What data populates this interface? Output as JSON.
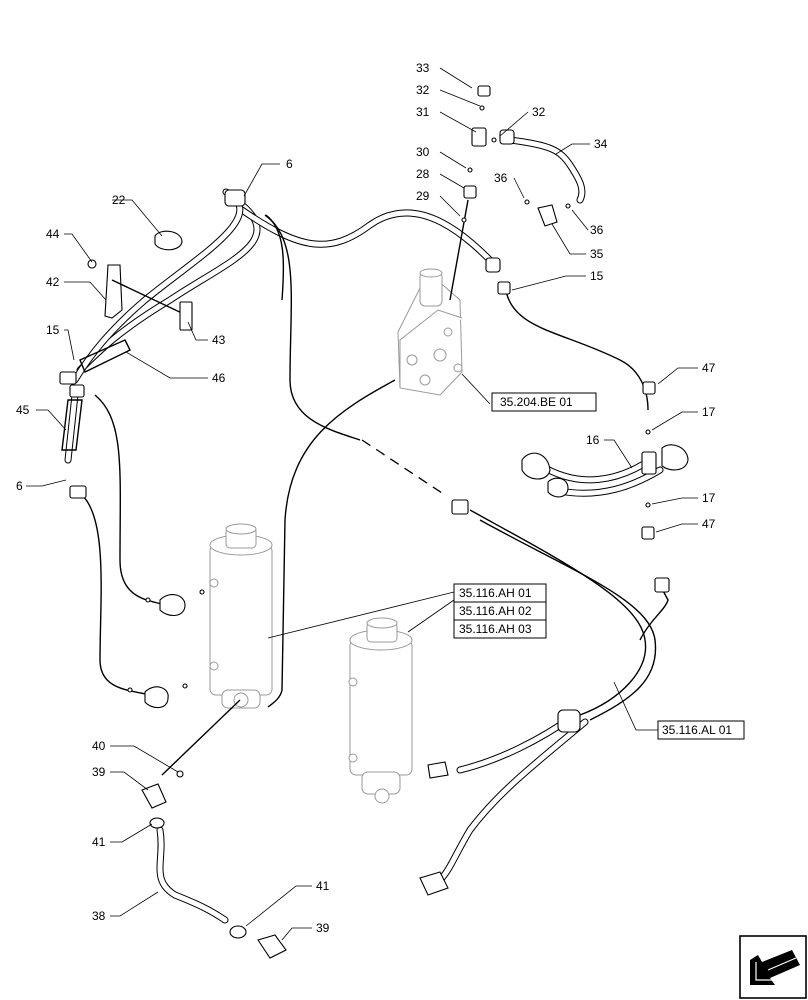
{
  "callouts": [
    {
      "id": "c33",
      "text": "33"
    },
    {
      "id": "c32a",
      "text": "32"
    },
    {
      "id": "c31",
      "text": "31"
    },
    {
      "id": "c32b",
      "text": "32"
    },
    {
      "id": "c34",
      "text": "34"
    },
    {
      "id": "c30",
      "text": "30"
    },
    {
      "id": "c28",
      "text": "28"
    },
    {
      "id": "c36a",
      "text": "36"
    },
    {
      "id": "c29",
      "text": "29"
    },
    {
      "id": "c36b",
      "text": "36"
    },
    {
      "id": "c35",
      "text": "35"
    },
    {
      "id": "c15a",
      "text": "15"
    },
    {
      "id": "c6a",
      "text": "6"
    },
    {
      "id": "c22",
      "text": "22"
    },
    {
      "id": "c44",
      "text": "44"
    },
    {
      "id": "c42",
      "text": "42"
    },
    {
      "id": "c43",
      "text": "43"
    },
    {
      "id": "c15b",
      "text": "15"
    },
    {
      "id": "c46",
      "text": "46"
    },
    {
      "id": "c47a",
      "text": "47"
    },
    {
      "id": "c45",
      "text": "45"
    },
    {
      "id": "c17a",
      "text": "17"
    },
    {
      "id": "c16",
      "text": "16"
    },
    {
      "id": "c6b",
      "text": "6"
    },
    {
      "id": "c17b",
      "text": "17"
    },
    {
      "id": "c47b",
      "text": "47"
    },
    {
      "id": "c40",
      "text": "40"
    },
    {
      "id": "c39a",
      "text": "39"
    },
    {
      "id": "c41a",
      "text": "41"
    },
    {
      "id": "c38",
      "text": "38"
    },
    {
      "id": "c41b",
      "text": "41"
    },
    {
      "id": "c39b",
      "text": "39"
    }
  ],
  "references": {
    "valve": "35.204.BE 01",
    "cylinder_1": "35.116.AH 01",
    "cylinder_2": "35.116.AH 02",
    "cylinder_3": "35.116.AH 03",
    "lines": "35.116.AL 01"
  },
  "icons": {
    "navigation": "arrow-bottom-left-icon"
  }
}
